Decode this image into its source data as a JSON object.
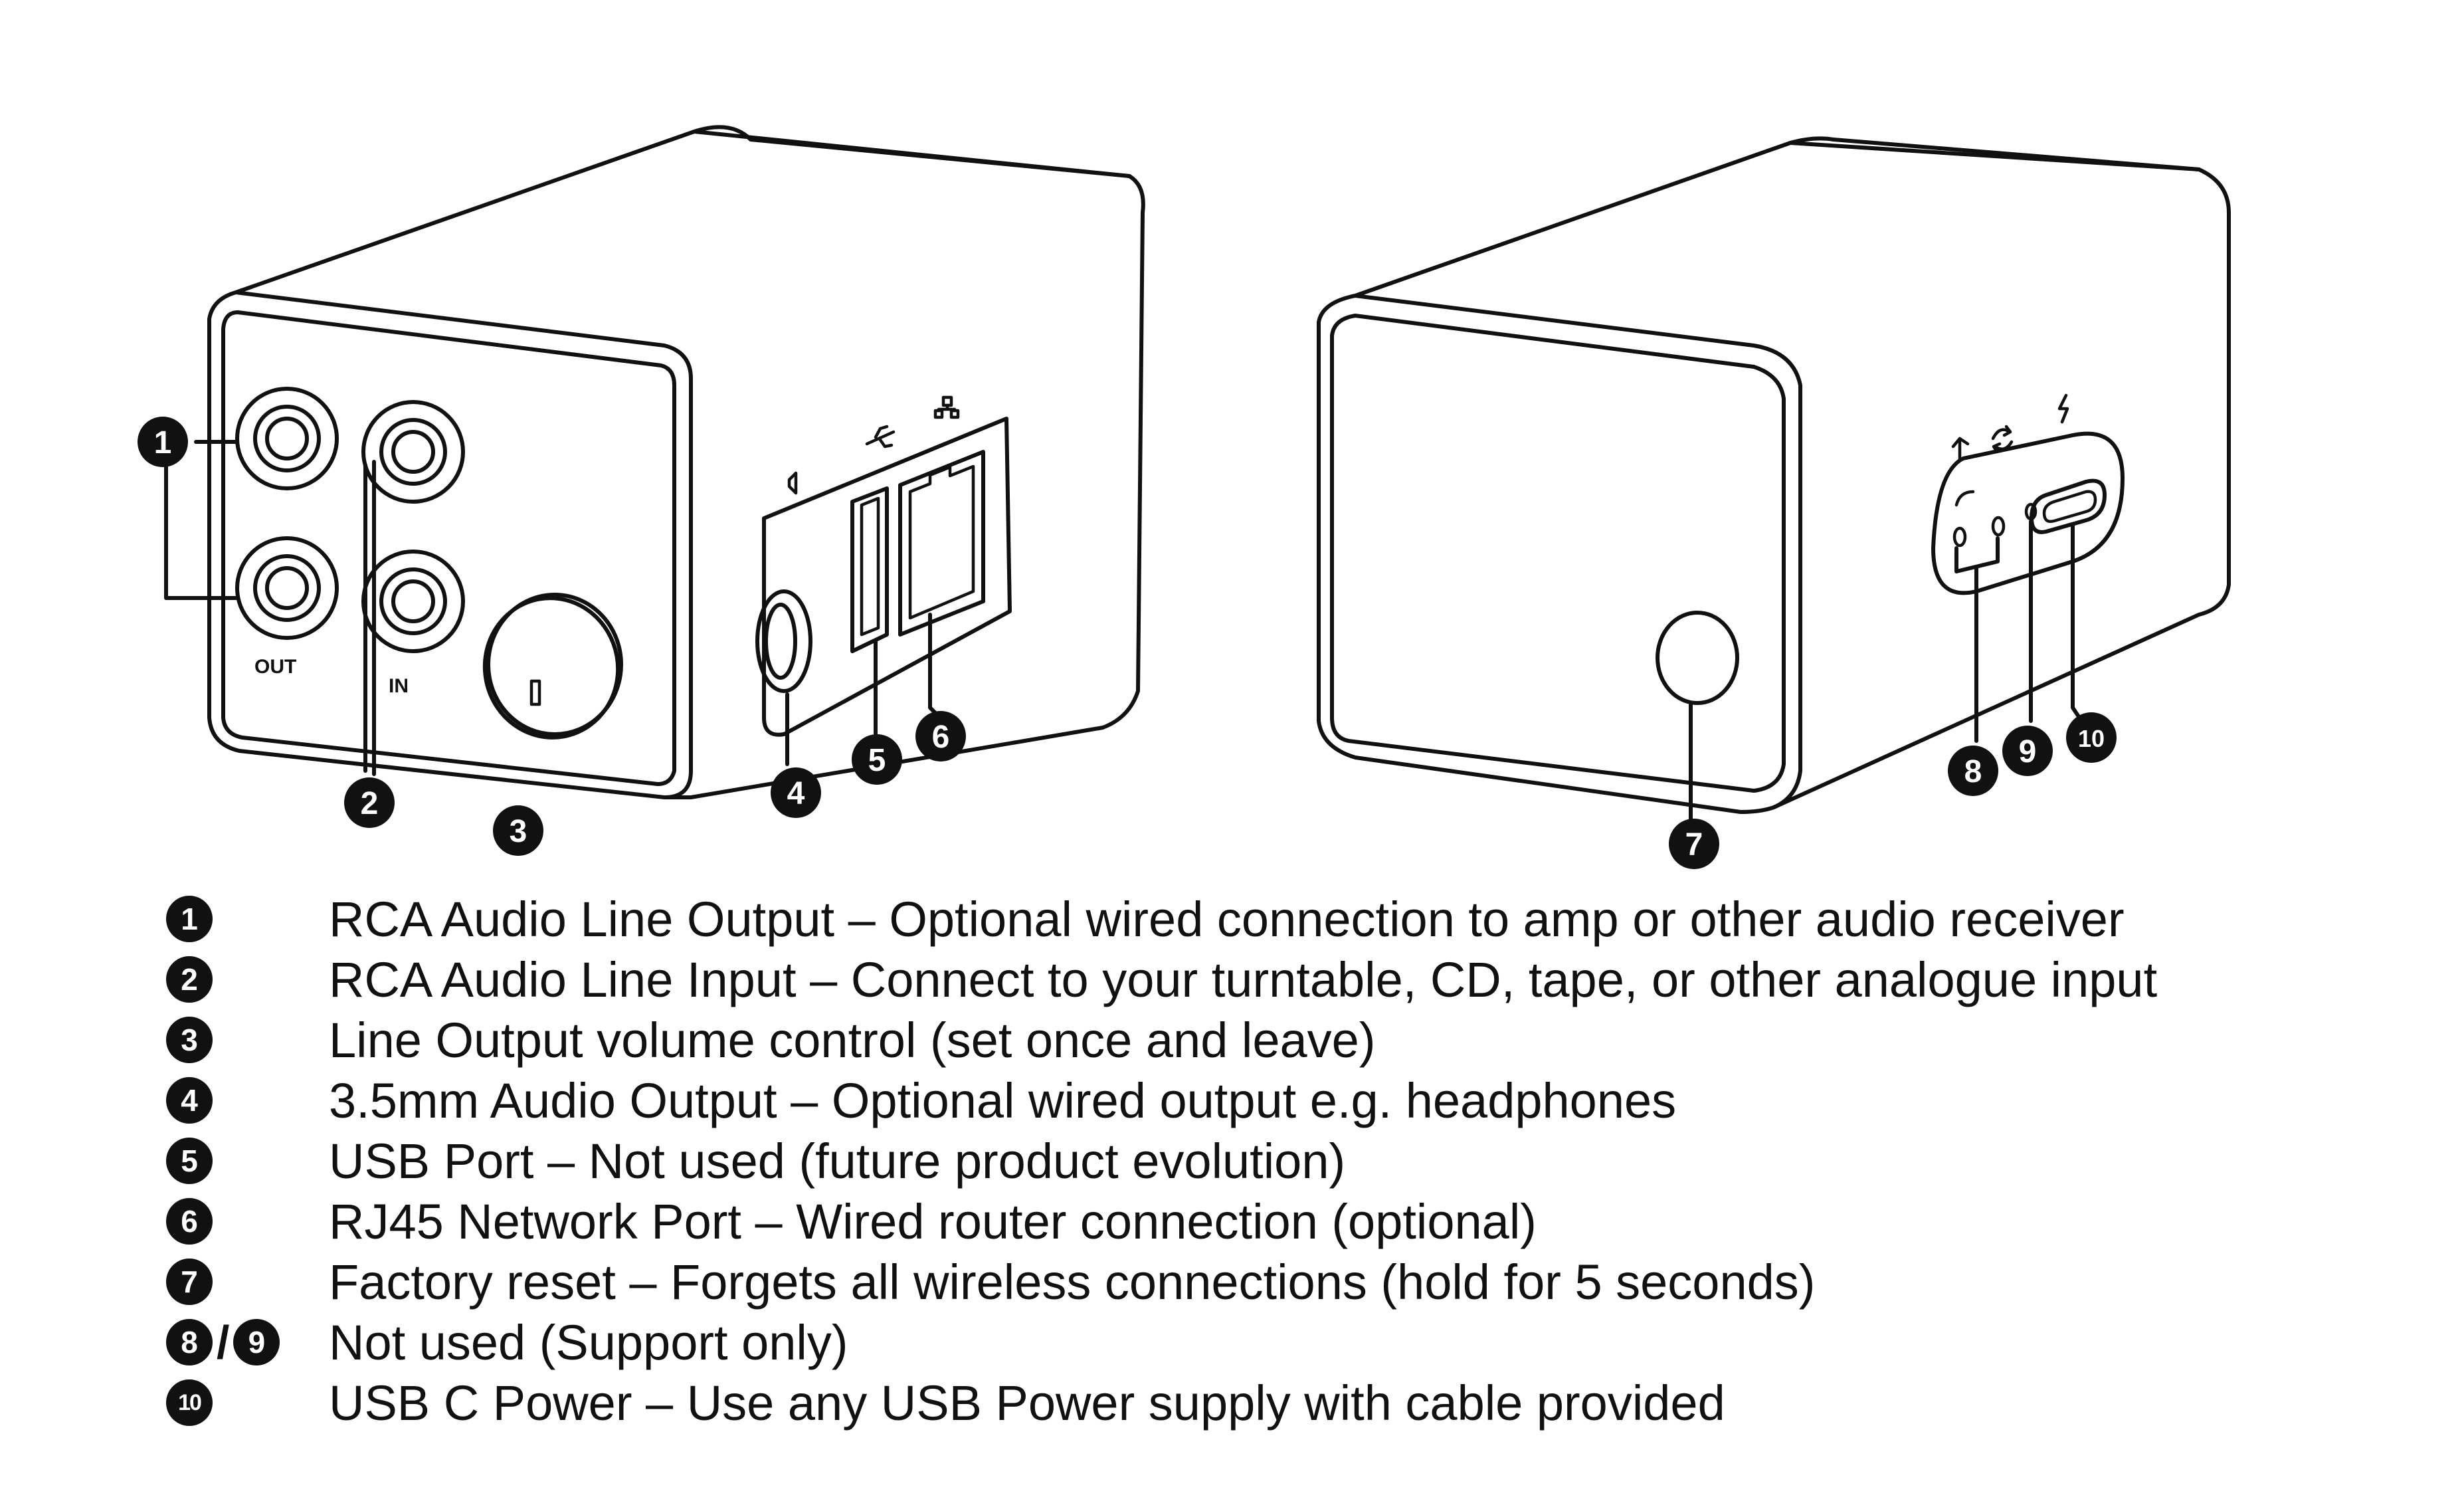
{
  "device_left": {
    "label_out": "OUT",
    "label_in": "IN"
  },
  "callouts": [
    {
      "number": "1"
    },
    {
      "number": "2"
    },
    {
      "number": "3"
    },
    {
      "number": "4"
    },
    {
      "number": "5"
    },
    {
      "number": "6"
    },
    {
      "number": "7"
    },
    {
      "number": "8"
    },
    {
      "number": "9"
    },
    {
      "number": "10"
    }
  ],
  "legend": [
    {
      "marker": "1",
      "text": "RCA Audio Line Output – Optional wired connection to amp or other audio receiver"
    },
    {
      "marker": "2",
      "text": "RCA Audio Line Input – Connect to your turntable, CD, tape, or other analogue input"
    },
    {
      "marker": "3",
      "text": "Line Output volume control (set once and leave)"
    },
    {
      "marker": "4",
      "text": "3.5mm Audio Output – Optional wired output e.g. headphones"
    },
    {
      "marker": "5",
      "text": "USB Port – Not used (future product evolution)"
    },
    {
      "marker": "6",
      "text": "RJ45 Network Port – Wired router connection (optional)"
    },
    {
      "marker": "7",
      "text": "Factory reset – Forgets all wireless connections (hold for 5 seconds)"
    },
    {
      "marker": "8",
      "marker_b": "9",
      "text": "Not used (Support only)"
    },
    {
      "marker": "10",
      "text": "USB C Power – Use any USB Power supply with cable provided"
    }
  ],
  "icons": [
    "speaker-icon",
    "usb-icon",
    "network-icon",
    "arrow-up-icon",
    "sync-icon",
    "lightning-icon"
  ],
  "colors": {
    "ink": "#111111",
    "paper": "#ffffff"
  }
}
